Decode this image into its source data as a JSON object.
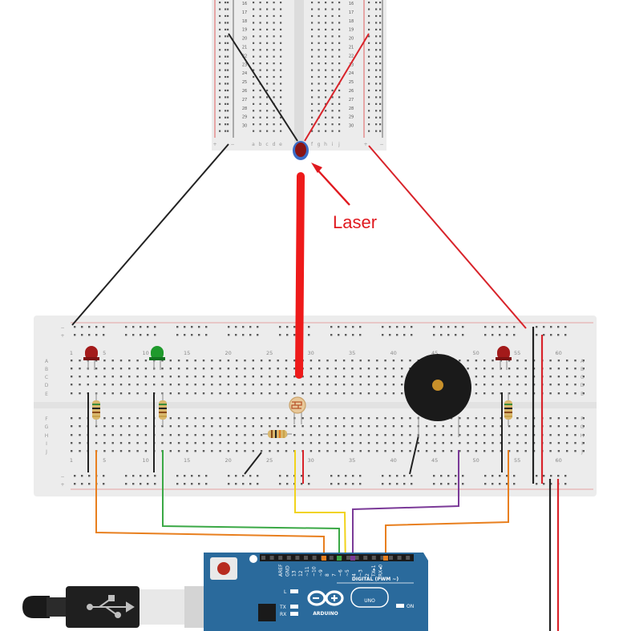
{
  "annotation": {
    "label": "Laser",
    "color": "#e0191f"
  },
  "top_breadboard": {
    "row_numbers": [
      "16",
      "17",
      "18",
      "19",
      "20",
      "21",
      "22",
      "23",
      "24",
      "25",
      "26",
      "27",
      "28",
      "29",
      "30"
    ],
    "column_letters_left": [
      "a",
      "b",
      "c",
      "d",
      "e"
    ],
    "column_letters_right": [
      "f",
      "g",
      "h",
      "i",
      "j"
    ],
    "rail_plus": "+",
    "rail_minus": "−"
  },
  "main_breadboard": {
    "column_numbers": [
      "1",
      "5",
      "10",
      "15",
      "20",
      "25",
      "30",
      "35",
      "40",
      "45",
      "50",
      "55",
      "60"
    ],
    "row_letters_top": [
      "A",
      "B",
      "C",
      "D",
      "E"
    ],
    "row_letters_bottom": [
      "F",
      "G",
      "H",
      "I",
      "J"
    ],
    "rail_plus": "+",
    "rail_minus": "−"
  },
  "arduino": {
    "brand": "ARDUINO",
    "model": "UNO",
    "digital_label": "DIGITAL (PWM ~)",
    "on_label": "ON",
    "l_label": "L",
    "tx_label": "TX",
    "rx_label": "RX",
    "header_pins": [
      "AREF",
      "GND",
      "13",
      "12",
      "~11",
      "~10",
      "~9",
      "8",
      "7",
      "~6",
      "~5",
      "4",
      "~3",
      "2",
      "TX▸1",
      "RX◂0"
    ]
  },
  "colors": {
    "led_red": "#a31a1a",
    "led_green": "#1f9a2c",
    "wire_black": "#222222",
    "wire_red": "#d8232a",
    "wire_orange": "#e87f1e",
    "wire_green": "#3aa845",
    "wire_yellow": "#f1d31c",
    "wire_purple": "#7b3a98",
    "arduino_blue": "#2a6a9c"
  }
}
